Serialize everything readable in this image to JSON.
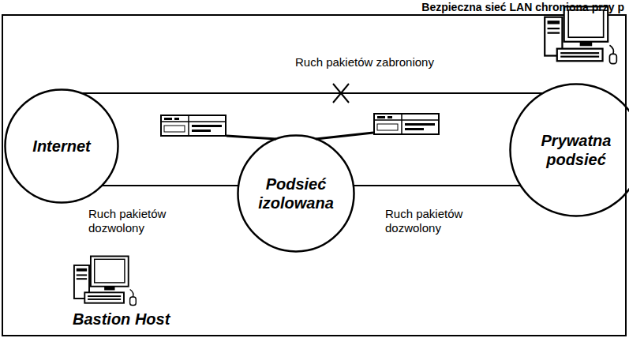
{
  "diagram": {
    "title": "Bezpieczna sieć LAN chroniona przy p",
    "nodes": [
      {
        "text": [
          "Internet"
        ]
      },
      {
        "text": [
          "Podsieć izolowana"
        ]
      },
      {
        "text": [
          "Prywatna podsieć"
        ]
      }
    ],
    "edges": [
      {
        "from": 0,
        "to": 2,
        "arrow": "none",
        "label": "Ruch pakietów zabroniony"
      },
      {
        "from": 0,
        "to": 1,
        "arrow": "none",
        "label": "Ruch pakietów dozwolony"
      },
      {
        "from": 1,
        "to": 2,
        "arrow": "none",
        "label": "Ruch pakietów dozwolony"
      }
    ],
    "labels": [
      "Bastion Host"
    ]
  }
}
